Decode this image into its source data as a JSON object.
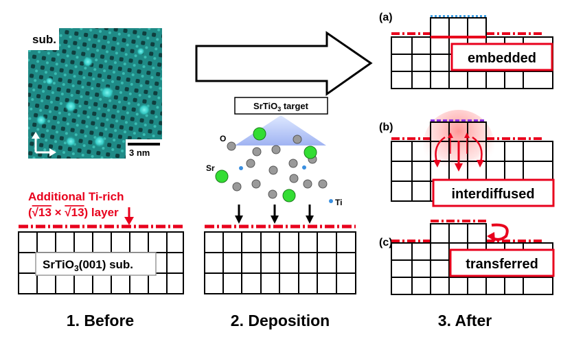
{
  "before": {
    "stm_label": "sub.",
    "scale_bar": "3 nm",
    "layer_label_line1": "Additional Ti-rich",
    "layer_label_line2_a": "(",
    "layer_label_line2_b": "√13",
    "layer_label_line2_c": " × ",
    "layer_label_line2_d": "√13",
    "layer_label_line2_e": ") layer",
    "substrate_label_a": "SrTiO",
    "substrate_label_sub": "3",
    "substrate_label_b": "(001) sub.",
    "caption": "1. Before"
  },
  "deposition": {
    "target_label_a": "SrTiO",
    "target_label_sub": "3",
    "target_label_b": " target",
    "o_label": "O",
    "sr_label": "Sr",
    "ti_label": "Ti",
    "caption": "2. Deposition"
  },
  "after": {
    "panel_a_tag": "(a)",
    "panel_a_label": "embedded",
    "panel_b_tag": "(b)",
    "panel_b_label": "interdiffused",
    "panel_c_tag": "(c)",
    "panel_c_label": "transferred",
    "caption": "3. After"
  },
  "colors": {
    "tirich_layer": "#e8001c",
    "accent_red": "#e8001c",
    "dotted_blue": "#3b9ce0",
    "dotted_purple": "#8a2be2",
    "stm_teal": "#1a7d7d",
    "sr_green": "#33dd33",
    "o_gray": "#9a9a9a",
    "ti_blue": "#3a8fe0"
  }
}
